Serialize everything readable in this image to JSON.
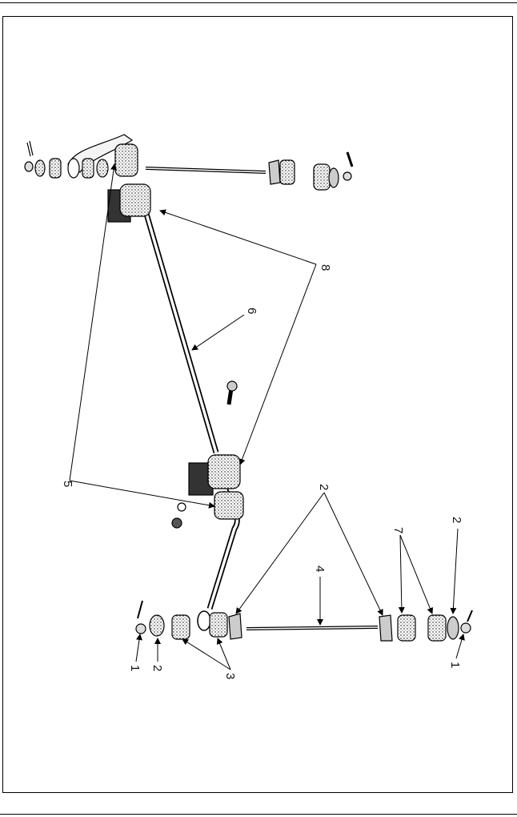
{
  "diagram": {
    "callouts": {
      "c1_left": "1",
      "c1_right": "1",
      "c2_left": "2",
      "c2_top": "2",
      "c2_right": "2",
      "c3": "3",
      "c4": "4",
      "c5": "5",
      "c6": "6",
      "c7": "7",
      "c8": "8"
    }
  }
}
